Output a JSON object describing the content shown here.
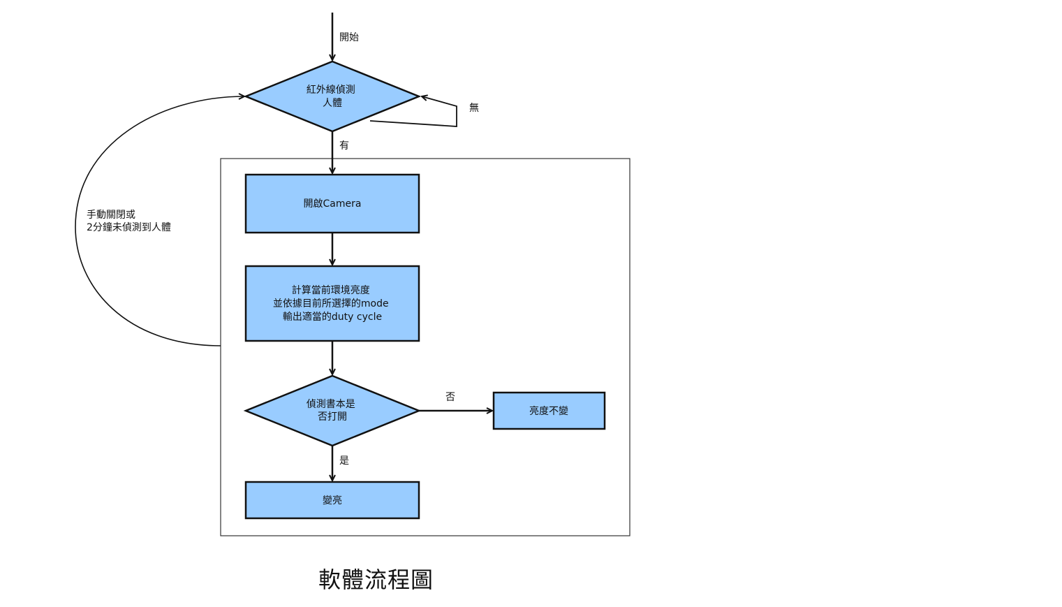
{
  "diagram": {
    "start_label": "開始",
    "nodes": {
      "ir_detect": [
        "紅外線偵測",
        "人體"
      ],
      "open_camera": [
        "開啟Camera"
      ],
      "compute": [
        "計算當前環境亮度",
        "並依據目前所選擇的mode",
        "輸出適當的duty cycle"
      ],
      "book_check": [
        "偵測書本是",
        "否打開"
      ],
      "no_change": [
        "亮度不變"
      ],
      "brighten": [
        "變亮"
      ]
    },
    "edges": {
      "none": "無",
      "yes_detect": "有",
      "no": "否",
      "yes": "是",
      "loop_back": [
        "手動關閉或",
        "2分鐘未偵測到人體"
      ]
    },
    "colors": {
      "node_fill": "#99ccff",
      "stroke": "#111111",
      "frame": "#333333"
    }
  },
  "caption": "軟體流程圖"
}
